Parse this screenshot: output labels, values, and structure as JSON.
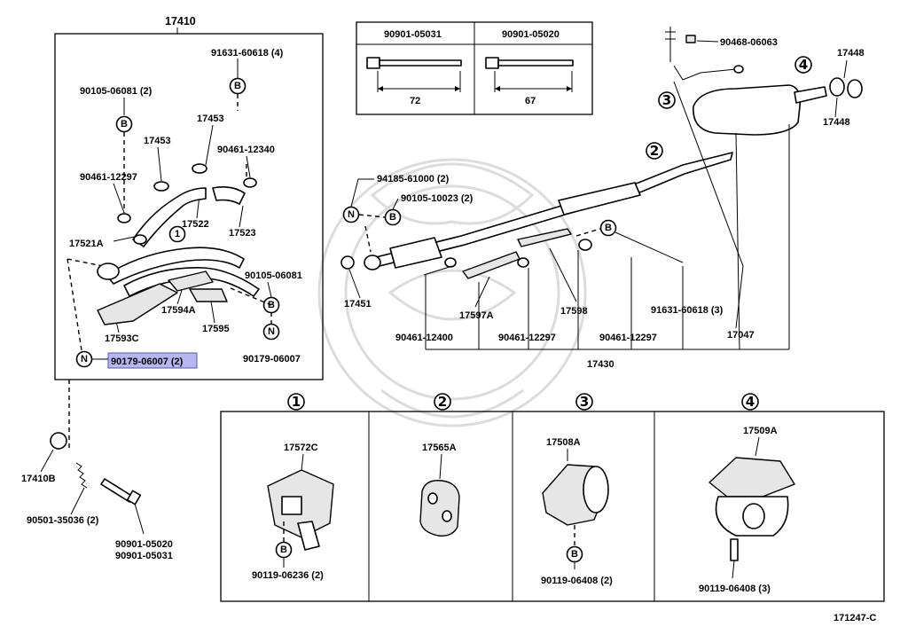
{
  "labels": {
    "assy_top": "17410",
    "p91631_top": "91631-60618 (4)",
    "p90105_2": "90105-06081 (2)",
    "p17453_a": "17453",
    "p17453_b": "17453",
    "p90461_12340": "90461-12340",
    "p90461_12297_left": "90461-12297",
    "p17522": "17522",
    "p17523": "17523",
    "p17521a": "17521A",
    "p90105_single": "90105-06081",
    "p17594a": "17594A",
    "p17595": "17595",
    "p17593c": "17593C",
    "p90179_right": "90179-06007",
    "p90179_hl": "90179-06007 (2)",
    "p17410b": "17410B",
    "p90501": "90501-35036 (2)",
    "p90901_20": "90901-05020",
    "p90901_31": "90901-05031",
    "bolt_box": {
      "left_code": "90901-05031",
      "right_code": "90901-05020",
      "left_len": "72",
      "right_len": "67"
    },
    "p90468": "90468-06063",
    "p17448_a": "17448",
    "p17448_b": "17448",
    "p94185": "94185-61000 (2)",
    "p90105_10023": "90105-10023 (2)",
    "p17451": "17451",
    "p17597a": "17597A",
    "p17598": "17598",
    "p91631_3": "91631-60618 (3)",
    "p17047": "17047",
    "p90461_12400": "90461-12400",
    "p90461_12297_mid": "90461-12297",
    "p90461_12297_right": "90461-12297",
    "p17430": "17430",
    "detail_1_part": "17572C",
    "detail_1_bolt": "90119-06236 (2)",
    "detail_2_part": "17565A",
    "detail_3_part": "17508A",
    "detail_3_bolt": "90119-06408 (2)",
    "detail_4_part": "17509A",
    "detail_4_bolt": "90119-06408 (3)",
    "diagram_id": "171247-C"
  },
  "markers": {
    "circ1": "1",
    "circ2": "2",
    "circ3": "3",
    "circ4": "4",
    "B": "B",
    "N": "N"
  },
  "colors": {
    "highlight": "#b8b6f0",
    "line": "#000000"
  }
}
